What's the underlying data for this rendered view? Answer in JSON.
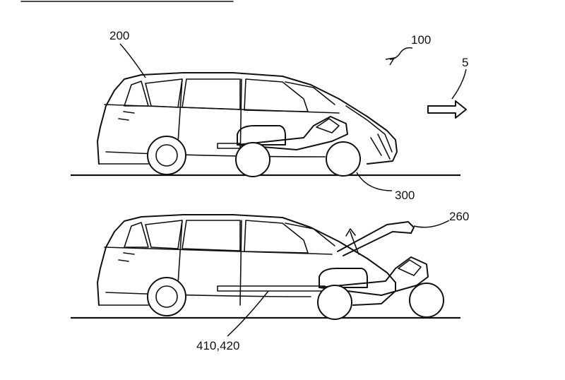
{
  "figure": {
    "labels": {
      "system": "100",
      "direction": "5",
      "vehicle": "200",
      "motorcycle": "300",
      "hood": "260",
      "rails": "410,420"
    }
  }
}
